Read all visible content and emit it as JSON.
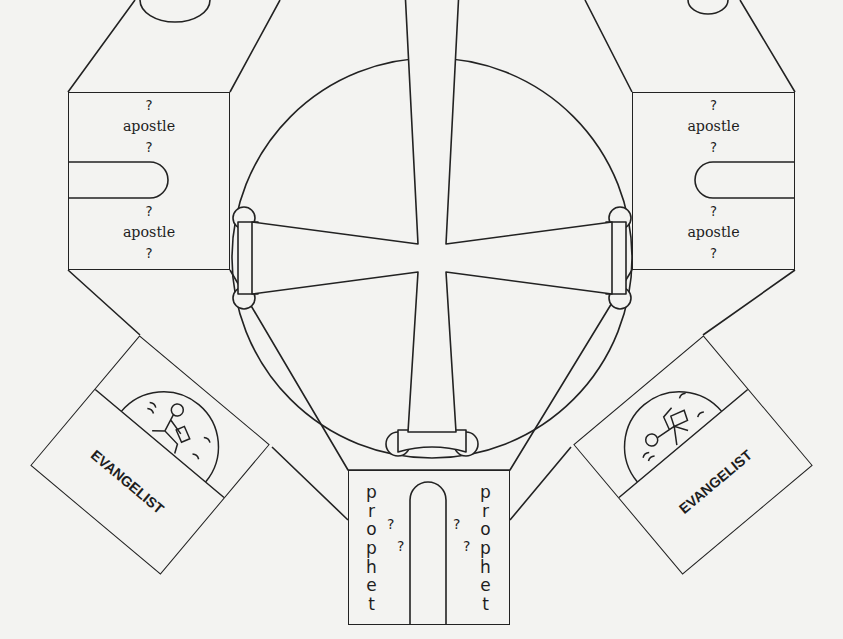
{
  "diagram": {
    "nodes": [
      {
        "text": [
          "?",
          "apostle",
          "?",
          "?",
          "apostle",
          "?"
        ]
      },
      {
        "text": [
          "?",
          "apostle",
          "?",
          "?",
          "apostle",
          "?"
        ]
      },
      {
        "text": [
          "EVANGELIST"
        ]
      },
      {
        "text": [
          "prophet",
          "?",
          "?",
          "prophet",
          "?",
          "?"
        ]
      },
      {
        "text": [
          "EVANGELIST"
        ]
      }
    ]
  }
}
